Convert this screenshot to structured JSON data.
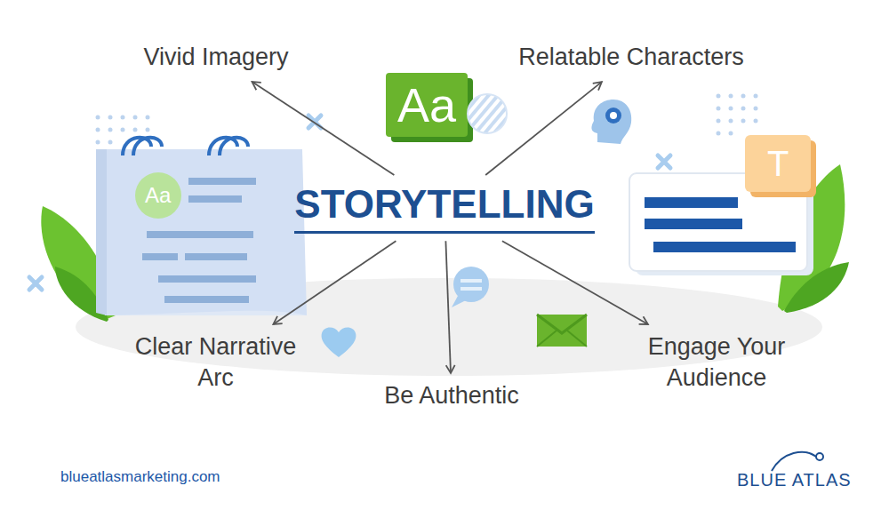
{
  "diagram": {
    "nodes": [
      {
        "text": [
          "STORYTELLING"
        ]
      },
      {
        "text": [
          "Vivid Imagery"
        ]
      },
      {
        "text": [
          "Relatable Characters"
        ]
      },
      {
        "text": [
          "Clear Narrative Arc"
        ]
      },
      {
        "text": [
          "Be Authentic"
        ]
      },
      {
        "text": [
          "Engage Your Audience"
        ]
      }
    ],
    "edges": [
      {
        "from": 0,
        "to": 1,
        "arrow": "to"
      },
      {
        "from": 0,
        "to": 2,
        "arrow": "to"
      },
      {
        "from": 0,
        "to": 3,
        "arrow": "to"
      },
      {
        "from": 0,
        "to": 4,
        "arrow": "to"
      },
      {
        "from": 0,
        "to": 5,
        "arrow": "to"
      }
    ],
    "labels": [
      "Aa",
      "Aa",
      "T",
      "blueatlasmarketing.com",
      "BLUE ATLAS"
    ]
  }
}
